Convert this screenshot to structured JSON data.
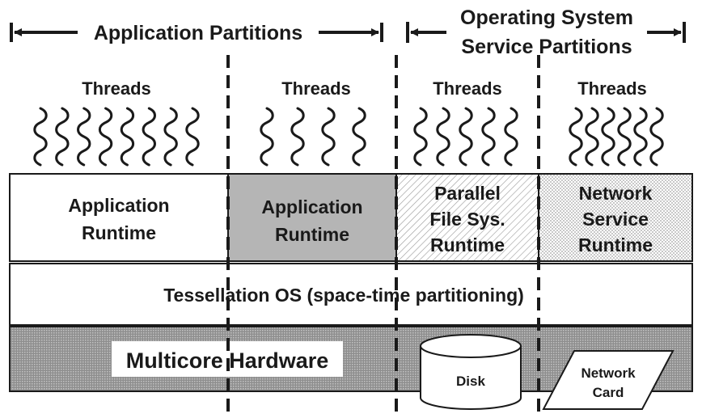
{
  "headers": {
    "app_partitions": "Application Partitions",
    "os_partitions_line1": "Operating System",
    "os_partitions_line2": "Service Partitions"
  },
  "threads": [
    {
      "label": "Threads",
      "count": 8
    },
    {
      "label": "Threads",
      "count": 4
    },
    {
      "label": "Threads",
      "count": 5
    },
    {
      "label": "Threads",
      "count": 6
    }
  ],
  "runtimes": [
    {
      "lines": [
        "Application",
        "Runtime"
      ],
      "fill": "#ffffff"
    },
    {
      "lines": [
        "Application",
        "Runtime"
      ],
      "fill": "#b5b5b5"
    },
    {
      "lines": [
        "Parallel",
        "File Sys.",
        "Runtime"
      ],
      "fill": "hatch"
    },
    {
      "lines": [
        "Network",
        "Service",
        "Runtime"
      ],
      "fill": "dots"
    }
  ],
  "os_layer": {
    "label": "Tessellation OS (space-time partitioning)"
  },
  "hardware": {
    "label": "Multicore Hardware",
    "disk_label": "Disk",
    "network_card_line1": "Network",
    "network_card_line2": "Card"
  },
  "colors": {
    "stroke": "#1a1a1a",
    "app_runtime_gray": "#b5b5b5",
    "hardware_gray": "#a9a9a9"
  }
}
